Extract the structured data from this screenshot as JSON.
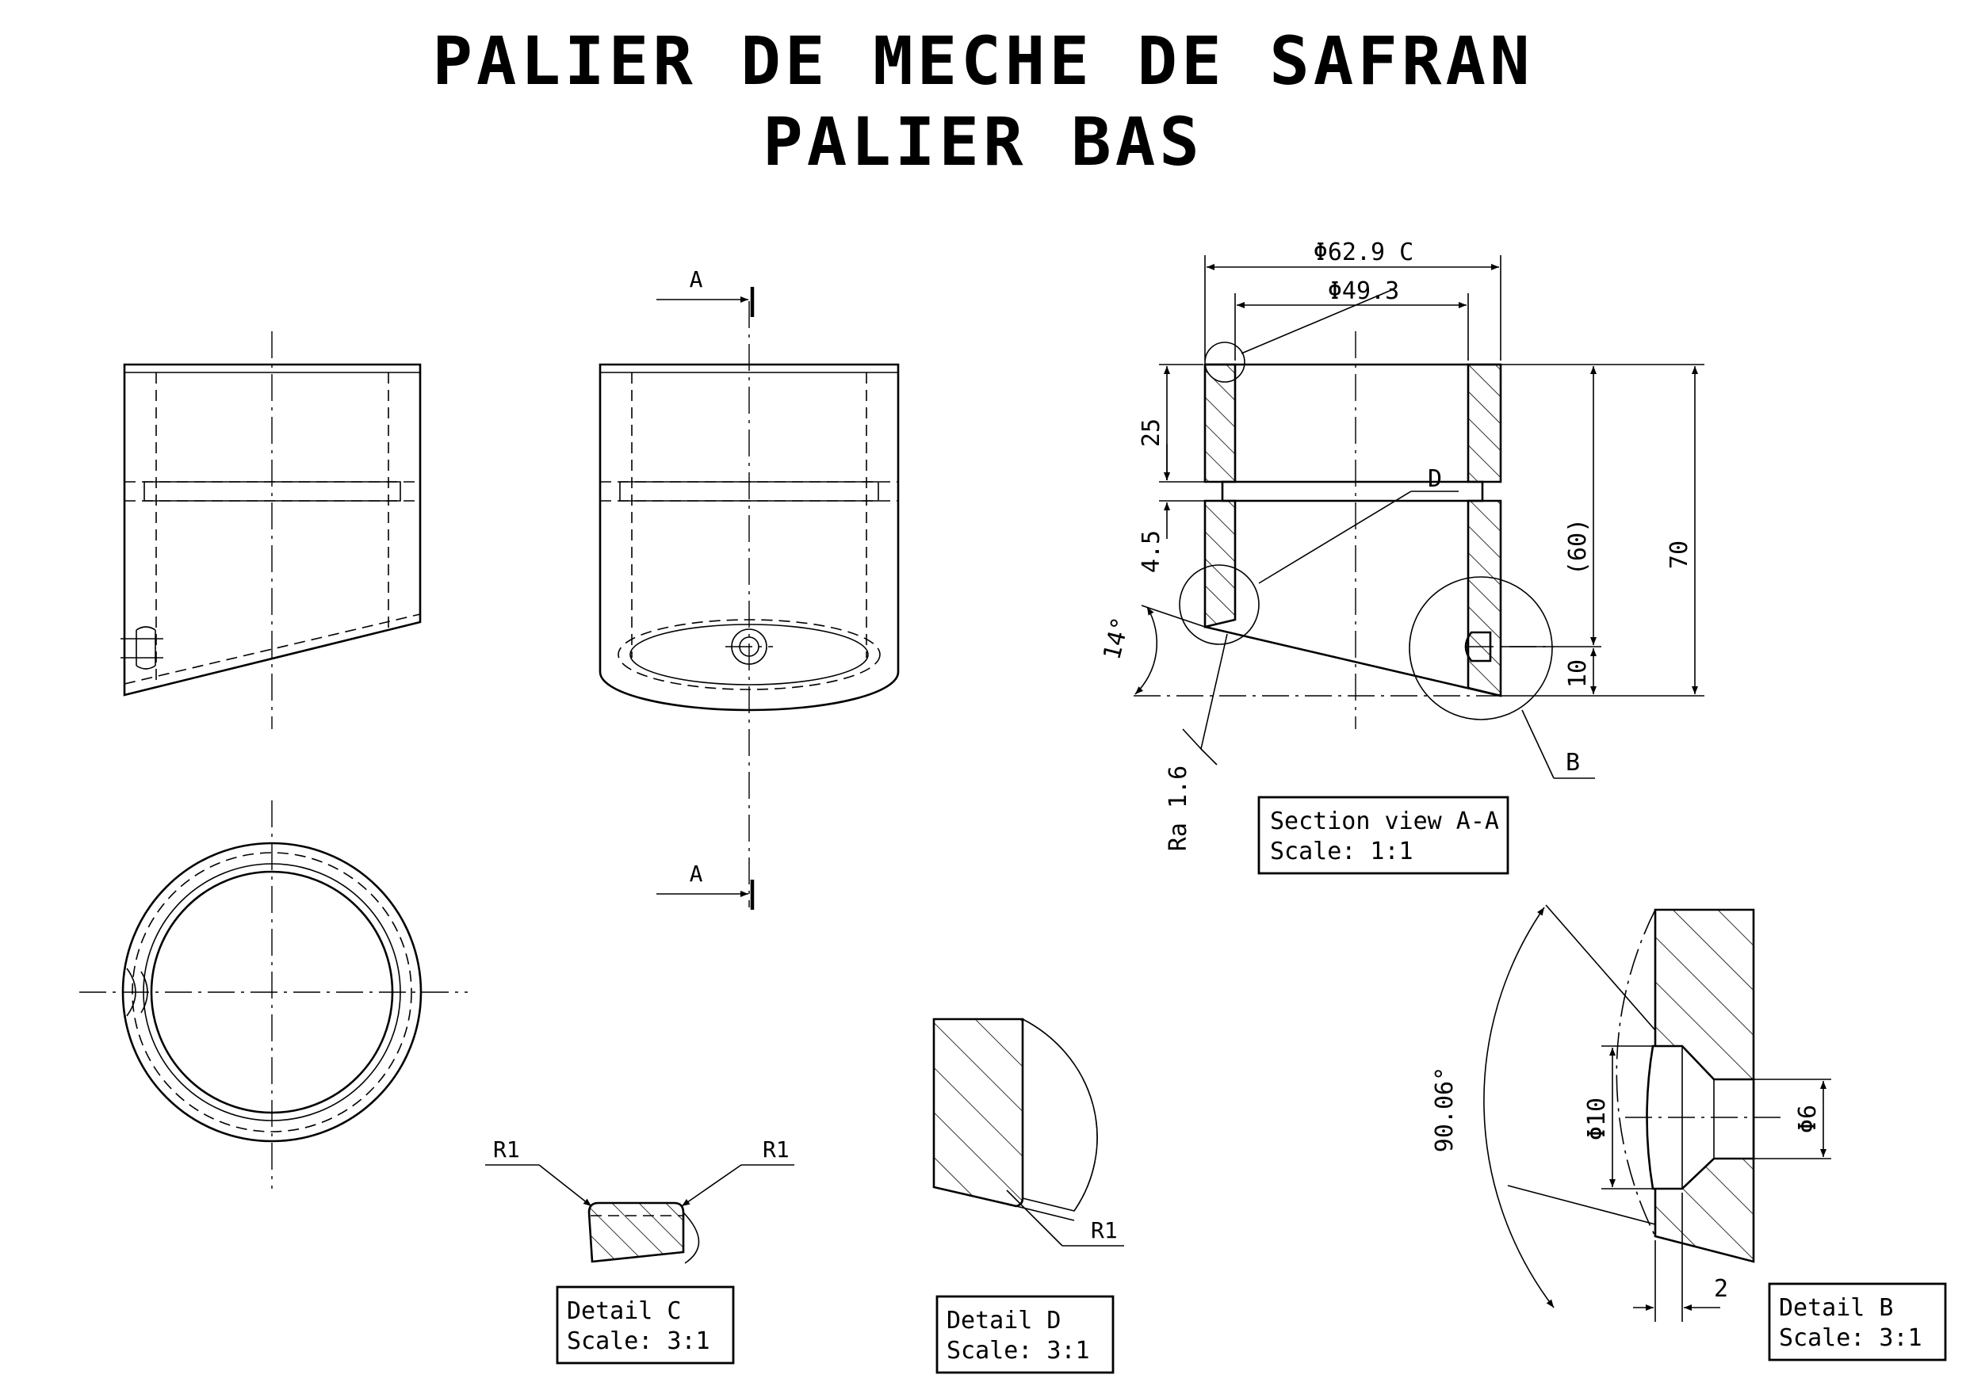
{
  "title": {
    "line1": "PALIER DE MECHE DE SAFRAN",
    "line2": "PALIER BAS"
  },
  "section": {
    "label_top": "A",
    "label_bottom": "A",
    "dims": {
      "dia_outer": "Φ62.9 C",
      "dia_inner": "Φ49.3",
      "h25": "25",
      "h45": "4.5",
      "h60": "(60)",
      "h70": "70",
      "h10": "10",
      "angle": "14°",
      "roughness": "Ra 1.6"
    },
    "callout_b": "B",
    "callout_d": "D",
    "box_line1": "Section view A-A",
    "box_line2": "Scale:  1:1"
  },
  "detail_c": {
    "r_left": "R1",
    "r_right": "R1",
    "box_line1": "Detail C",
    "box_line2": "Scale:  3:1"
  },
  "detail_d": {
    "r": "R1",
    "box_line1": "Detail D",
    "box_line2": "Scale:  3:1"
  },
  "detail_b": {
    "angle": "90.06°",
    "d10": "Φ10",
    "d6": "Φ6",
    "w2": "2",
    "box_line1": "Detail B",
    "box_line2": "Scale:  3:1"
  }
}
